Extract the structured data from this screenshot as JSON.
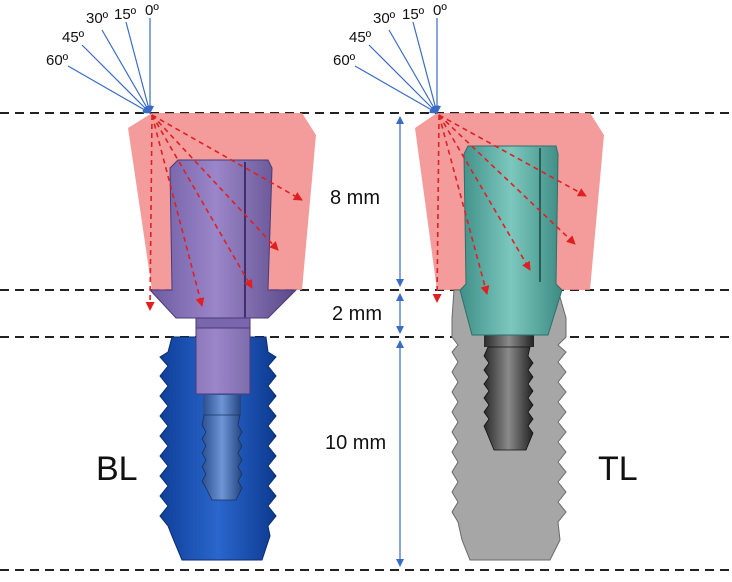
{
  "angle_labels": {
    "deg0": "0º",
    "deg15": "15º",
    "deg30": "30º",
    "deg45": "45º",
    "deg60": "60º"
  },
  "dimensions": {
    "crown_height": "8 mm",
    "collar_height": "2 mm",
    "implant_length": "10 mm"
  },
  "implants": {
    "left_label": "BL",
    "right_label": "TL"
  },
  "colors": {
    "crown": "#f28b8b",
    "abutment_purple": "#8c76b8",
    "implant_blue": "#1a4fb0",
    "abutment_teal": "#5fb3aa",
    "implant_gray": "#a6a6a6",
    "load_arrows": "#e02020",
    "angle_rays": "#3a6bc4",
    "dimension_lines": "#3a6bc4"
  }
}
